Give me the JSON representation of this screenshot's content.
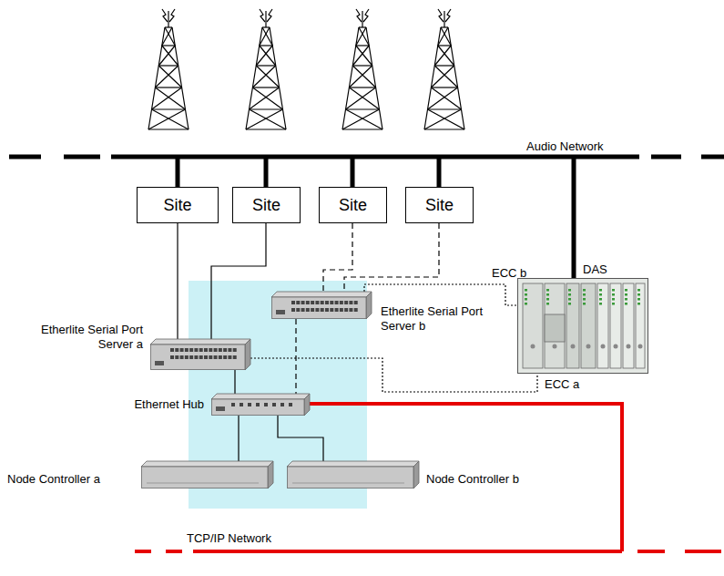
{
  "diagram": {
    "nodes": [
      {
        "text": [
          "Site"
        ]
      },
      {
        "text": [
          "Site"
        ]
      },
      {
        "text": [
          "Site"
        ]
      },
      {
        "text": [
          "Site"
        ]
      },
      {
        "text": [
          "Etherlite Serial Port Server b"
        ]
      },
      {
        "text": [
          "DAS"
        ]
      },
      {
        "text": [
          "Etherlite Serial Port Server a"
        ]
      },
      {
        "text": [
          "Ethernet Hub"
        ]
      },
      {
        "text": [
          "Node Controller a"
        ]
      },
      {
        "text": [
          "Node Controller b"
        ]
      }
    ],
    "edges": [
      {
        "from": 0,
        "to": 6,
        "arrow": "none"
      },
      {
        "from": 1,
        "to": 6,
        "arrow": "none"
      },
      {
        "from": 2,
        "to": 4,
        "arrow": "none"
      },
      {
        "from": 3,
        "to": 4,
        "arrow": "none"
      },
      {
        "from": 6,
        "to": 7,
        "arrow": "none"
      },
      {
        "from": 4,
        "to": 7,
        "arrow": "none"
      },
      {
        "from": 7,
        "to": 8,
        "arrow": "none"
      },
      {
        "from": 7,
        "to": 9,
        "arrow": "none"
      },
      {
        "from": 6,
        "to": 5,
        "arrow": "none"
      },
      {
        "from": 4,
        "to": 5,
        "arrow": "none"
      }
    ],
    "labels": [
      "Audio Network",
      "ECC b",
      "ECC a",
      "TCP/IP Network"
    ]
  }
}
